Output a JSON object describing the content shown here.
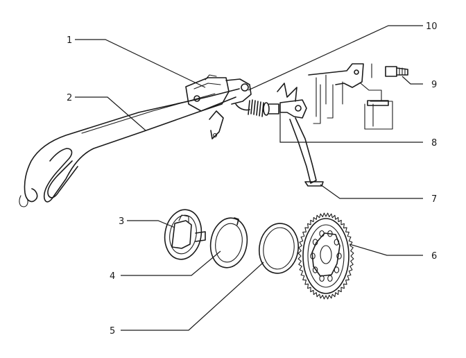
{
  "callouts": [
    {
      "id": "1",
      "text": "1"
    },
    {
      "id": "2",
      "text": "2"
    },
    {
      "id": "3",
      "text": "3"
    },
    {
      "id": "4",
      "text": "4"
    },
    {
      "id": "5",
      "text": "5"
    },
    {
      "id": "6",
      "text": "6"
    },
    {
      "id": "7",
      "text": "7"
    },
    {
      "id": "8",
      "text": "8"
    },
    {
      "id": "9",
      "text": "9"
    },
    {
      "id": "10",
      "text": "10"
    }
  ],
  "colors": {
    "ink": "#1a1a1a",
    "background": "#ffffff"
  }
}
